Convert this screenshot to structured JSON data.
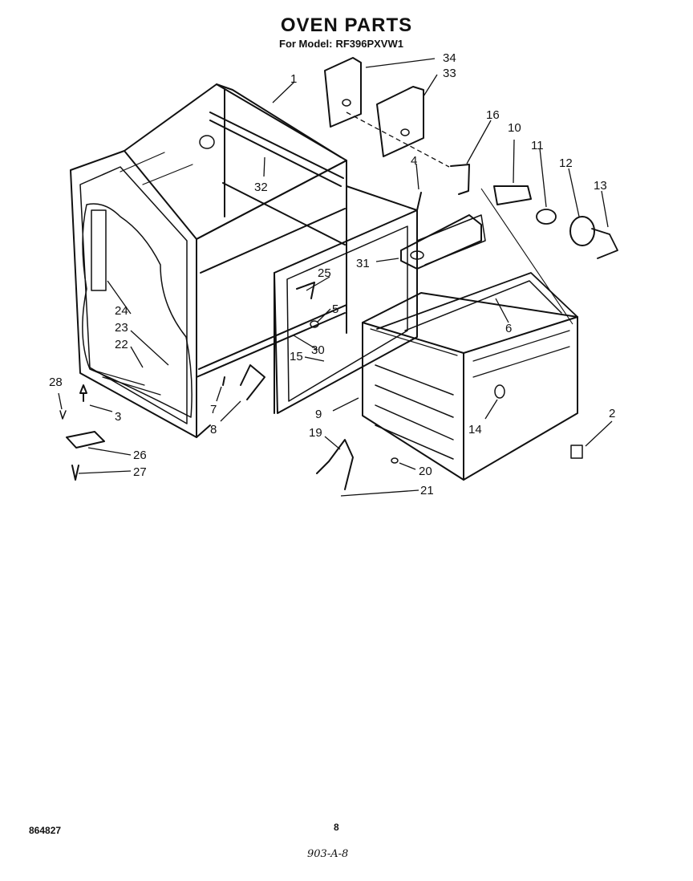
{
  "header": {
    "title": "OVEN PARTS",
    "model_label": "For Model:",
    "model_number": "RF396PXVW1"
  },
  "callouts": [
    "1",
    "2",
    "3",
    "4",
    "5",
    "6",
    "7",
    "8",
    "9",
    "10",
    "11",
    "12",
    "13",
    "14",
    "15",
    "16",
    "19",
    "20",
    "21",
    "22",
    "23",
    "24",
    "25",
    "26",
    "27",
    "28",
    "30",
    "31",
    "32",
    "33",
    "34"
  ],
  "footer": {
    "doc_number": "864827",
    "page_number": "8",
    "handwritten_note": "903-A-8"
  }
}
